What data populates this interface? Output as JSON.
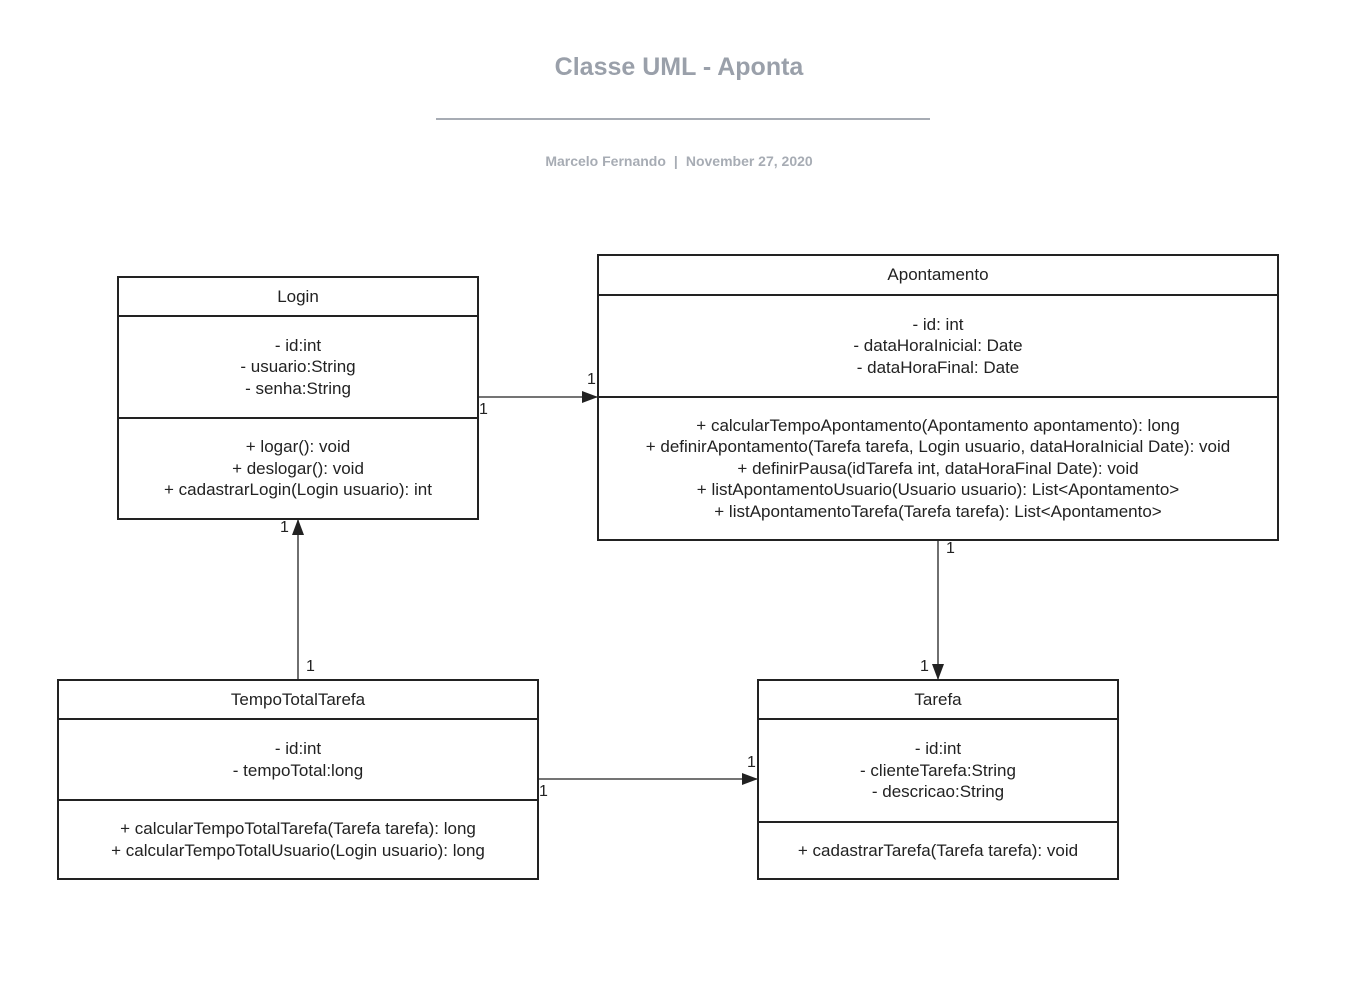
{
  "header": {
    "title": "Classe UML - Aponta",
    "author": "Marcelo Fernando",
    "separator": "|",
    "date": "November 27, 2020"
  },
  "classes": {
    "login": {
      "name": "Login",
      "attributes": [
        "- id:int",
        "- usuario:String",
        "- senha:String"
      ],
      "methods": [
        "+ logar(): void",
        "+ deslogar(): void",
        "+ cadastrarLogin(Login usuario): int"
      ]
    },
    "apontamento": {
      "name": "Apontamento",
      "attributes": [
        "- id: int",
        "- dataHoraInicial: Date",
        "- dataHoraFinal: Date"
      ],
      "methods": [
        "+ calcularTempoApontamento(Apontamento apontamento): long",
        "+ definirApontamento(Tarefa tarefa, Login usuario, dataHoraInicial Date): void",
        "+ definirPausa(idTarefa int, dataHoraFinal Date): void",
        "+ listApontamentoUsuario(Usuario usuario): List<Apontamento>",
        "+ listApontamentoTarefa(Tarefa tarefa): List<Apontamento>"
      ]
    },
    "tempoTotalTarefa": {
      "name": "TempoTotalTarefa",
      "attributes": [
        "- id:int",
        "- tempoTotal:long"
      ],
      "methods": [
        "+ calcularTempoTotalTarefa(Tarefa tarefa): long",
        "+ calcularTempoTotalUsuario(Login usuario): long"
      ]
    },
    "tarefa": {
      "name": "Tarefa",
      "attributes": [
        "- id:int",
        "- clienteTarefa:String",
        "- descricao:String"
      ],
      "methods": [
        "+ cadastrarTarefa(Tarefa tarefa): void"
      ]
    }
  },
  "associations": [
    {
      "from": "Login",
      "to": "Apontamento",
      "source_multiplicity": "1",
      "target_multiplicity": "1"
    },
    {
      "from": "Apontamento",
      "to": "Tarefa",
      "source_multiplicity": "1",
      "target_multiplicity": "1"
    },
    {
      "from": "TempoTotalTarefa",
      "to": "Login",
      "source_multiplicity": "1",
      "target_multiplicity": "1"
    },
    {
      "from": "TempoTotalTarefa",
      "to": "Tarefa",
      "source_multiplicity": "1",
      "target_multiplicity": "1"
    }
  ]
}
